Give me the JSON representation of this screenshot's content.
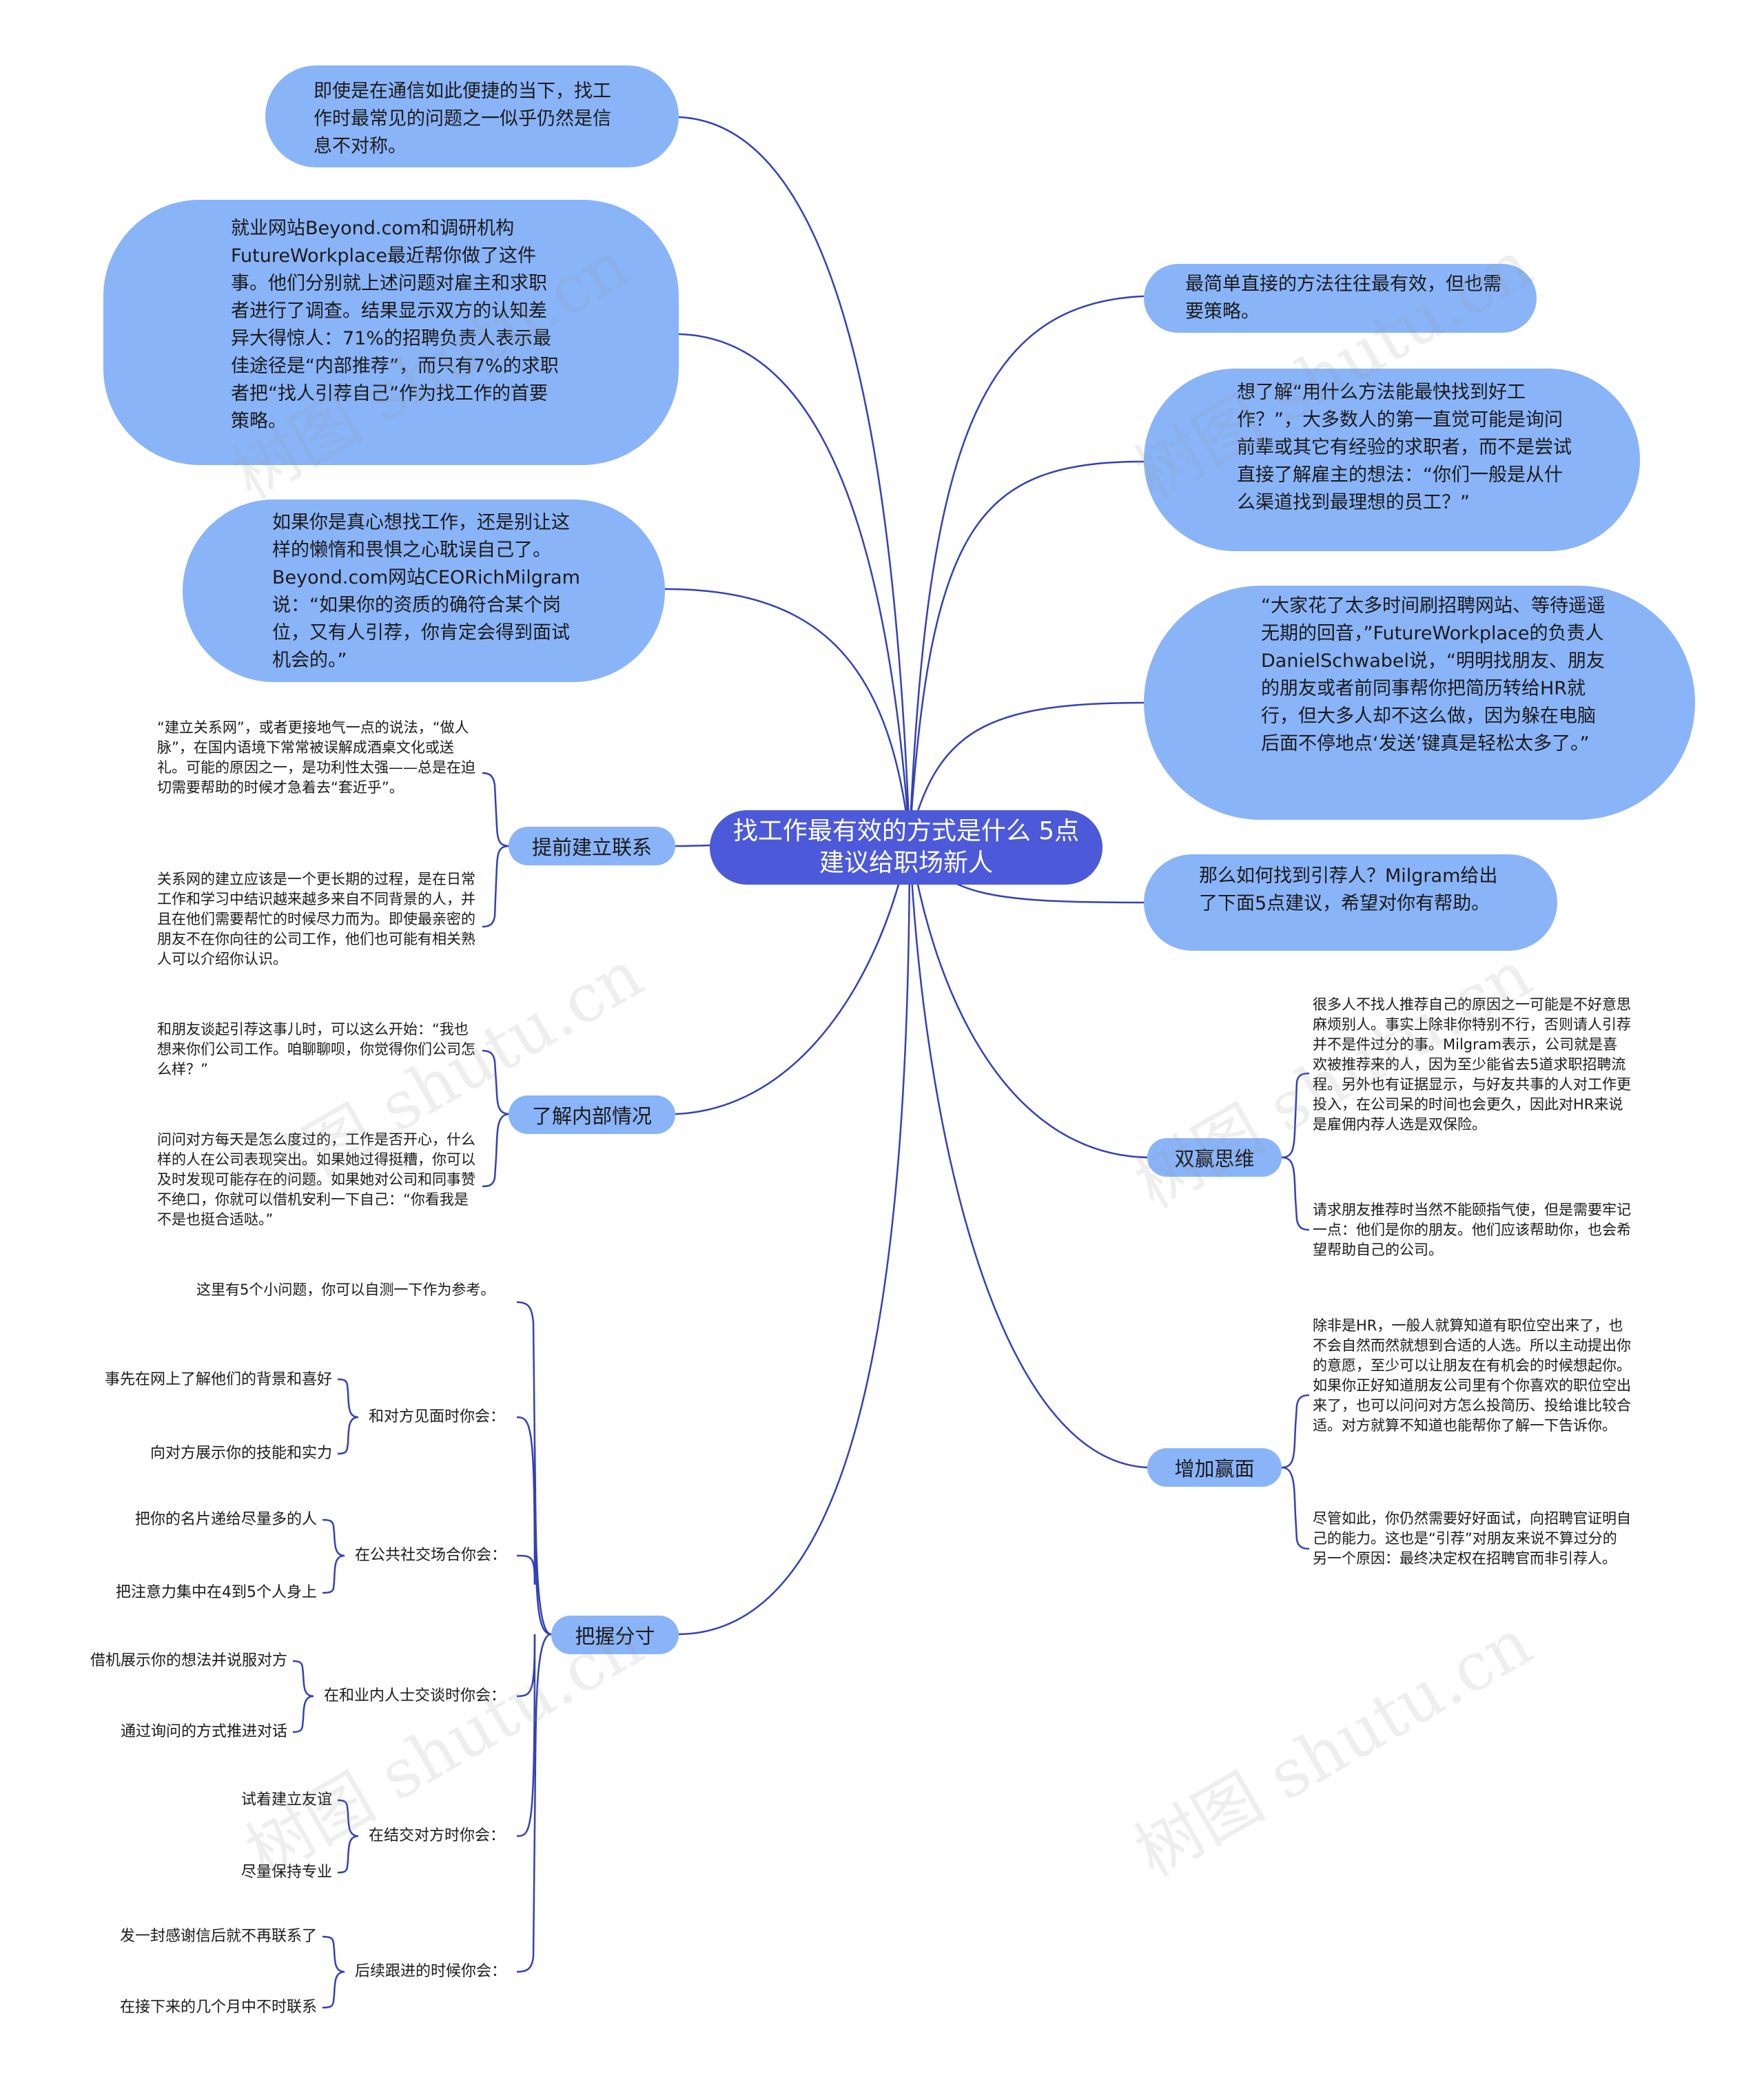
{
  "center": "找工作最有效的方式是什么 5点建议给职场新人",
  "left_bubbles": [
    "即使是在通信如此便捷的当下，找工作时最常见的问题之一似乎仍然是信息不对称。",
    "就业网站Beyond.com和调研机构FutureWorkplace最近帮你做了这件事。他们分别就上述问题对雇主和求职者进行了调查。结果显示双方的认知差异大得惊人：71%的招聘负责人表示最佳途径是“内部推荐”，而只有7%的求职者把“找人引荐自己”作为找工作的首要策略。",
    "如果你是真心想找工作，还是别让这样的懒惰和畏惧之心耽误自己了。Beyond.com网站CEORichMilgram说：“如果你的资质的确符合某个岗位，又有人引荐，你肯定会得到面试机会的。”"
  ],
  "right_bubbles": [
    "最简单直接的方法往往最有效，但也需要策略。",
    "想了解“用什么方法能最快找到好工作？”，大多数人的第一直觉可能是询问前辈或其它有经验的求职者，而不是尝试直接了解雇主的想法：“你们一般是从什么渠道找到最理想的员工？”",
    "“大家花了太多时间刷招聘网站、等待遥遥无期的回音，”FutureWorkplace的负责人DanielSchwabel说，“明明找朋友、朋友的朋友或者前同事帮你把简历转给HR就行，但大多人却不这么做，因为躲在电脑后面不停地点‘发送’键真是轻松太多了。”",
    "那么如何找到引荐人？Milgram给出了下面5点建议，希望对你有帮助。"
  ],
  "branches": {
    "b1": {
      "label": "提前建立联系",
      "notes": [
        "“建立关系网”，或者更接地气一点的说法，“做人脉”，在国内语境下常常被误解成酒桌文化或送礼。可能的原因之一，是功利性太强——总是在迫切需要帮助的时候才急着去“套近乎”。",
        "关系网的建立应该是一个更长期的过程，是在日常工作和学习中结识越来越多来自不同背景的人，并且在他们需要帮忙的时候尽力而为。即使最亲密的朋友不在你向往的公司工作，他们也可能有相关熟人可以介绍你认识。"
      ]
    },
    "b2": {
      "label": "了解内部情况",
      "notes": [
        "和朋友谈起引荐这事儿时，可以这么开始：“我也想来你们公司工作。咱聊聊呗，你觉得你们公司怎么样？”",
        "问问对方每天是怎么度过的，工作是否开心，什么样的人在公司表现突出。如果她过得挺糟，你可以及时发现可能存在的问题。如果她对公司和同事赞不绝口，你就可以借机安利一下自己：“你看我是不是也挺合适哒。”"
      ]
    },
    "b3": {
      "label": "把握分寸",
      "intro": "这里有5个小问题，你可以自测一下作为参考。",
      "groups": [
        {
          "label": "和对方见面时你会：",
          "items": [
            "事先在网上了解他们的背景和喜好",
            "向对方展示你的技能和实力"
          ]
        },
        {
          "label": "在公共社交场合你会：",
          "items": [
            "把你的名片递给尽量多的人",
            "把注意力集中在4到5个人身上"
          ]
        },
        {
          "label": "在和业内人士交谈时你会：",
          "items": [
            "借机展示你的想法并说服对方",
            "通过询问的方式推进对话"
          ]
        },
        {
          "label": "在结交对方时你会：",
          "items": [
            "试着建立友谊",
            "尽量保持专业"
          ]
        },
        {
          "label": "后续跟进的时候你会：",
          "items": [
            "发一封感谢信后就不再联系了",
            "在接下来的几个月中不时联系"
          ]
        }
      ]
    },
    "b4": {
      "label": "双赢思维",
      "notes": [
        "很多人不找人推荐自己的原因之一可能是不好意思麻烦别人。事实上除非你特别不行，否则请人引荐并不是件过分的事。Milgram表示，公司就是喜欢被推荐来的人，因为至少能省去5道求职招聘流程。另外也有证据显示，与好友共事的人对工作更投入，在公司呆的时间也会更久，因此对HR来说是雇佣内荐人选是双保险。",
        "请求朋友推荐时当然不能颐指气使，但是需要牢记一点：他们是你的朋友。他们应该帮助你，也会希望帮助自己的公司。"
      ]
    },
    "b5": {
      "label": "增加赢面",
      "notes": [
        "除非是HR，一般人就算知道有职位空出来了，也不会自然而然就想到合适的人选。所以主动提出你的意愿，至少可以让朋友在有机会的时候想起你。如果你正好知道朋友公司里有个你喜欢的职位空出来了，也可以问问对方怎么投简历、投给谁比较合适。对方就算不知道也能帮你了解一下告诉你。",
        "尽管如此，你仍然需要好好面试，向招聘官证明自己的能力。这也是“引荐”对朋友来说不算过分的另一个原因：最终决定权在招聘官而非引荐人。"
      ]
    }
  },
  "watermark": "树图 shutu.cn",
  "colors": {
    "line": "#3340b8",
    "bubble": "#8ab4f8",
    "center": "#4c59d8"
  }
}
